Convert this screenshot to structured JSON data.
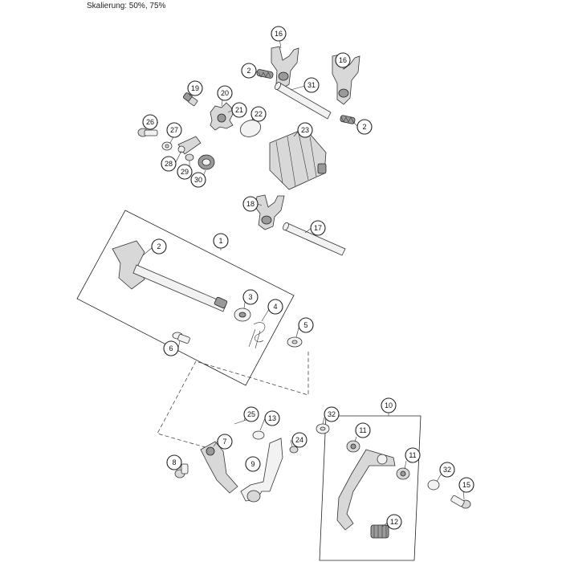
{
  "scale_label": "Skalierung: 50%, 75%",
  "callouts": [
    {
      "id": "c16a",
      "label": "16"
    },
    {
      "id": "c16b",
      "label": "16"
    },
    {
      "id": "c2a",
      "label": "2"
    },
    {
      "id": "c31",
      "label": "31"
    },
    {
      "id": "c2b",
      "label": "2"
    },
    {
      "id": "c19",
      "label": "19"
    },
    {
      "id": "c20",
      "label": "20"
    },
    {
      "id": "c21",
      "label": "21"
    },
    {
      "id": "c22",
      "label": "22"
    },
    {
      "id": "c23",
      "label": "23"
    },
    {
      "id": "c26",
      "label": "26"
    },
    {
      "id": "c27",
      "label": "27"
    },
    {
      "id": "c28",
      "label": "28"
    },
    {
      "id": "c29",
      "label": "29"
    },
    {
      "id": "c30",
      "label": "30"
    },
    {
      "id": "c18",
      "label": "18"
    },
    {
      "id": "c17",
      "label": "17"
    },
    {
      "id": "c1",
      "label": "1"
    },
    {
      "id": "c2c",
      "label": "2"
    },
    {
      "id": "c3",
      "label": "3"
    },
    {
      "id": "c4",
      "label": "4"
    },
    {
      "id": "c5",
      "label": "5"
    },
    {
      "id": "c6",
      "label": "6"
    },
    {
      "id": "c10",
      "label": "10"
    },
    {
      "id": "c25",
      "label": "25"
    },
    {
      "id": "c13",
      "label": "13"
    },
    {
      "id": "c32a",
      "label": "32"
    },
    {
      "id": "c7",
      "label": "7"
    },
    {
      "id": "c24",
      "label": "24"
    },
    {
      "id": "c11a",
      "label": "11"
    },
    {
      "id": "c11b",
      "label": "11"
    },
    {
      "id": "c8",
      "label": "8"
    },
    {
      "id": "c9",
      "label": "9"
    },
    {
      "id": "c32b",
      "label": "32"
    },
    {
      "id": "c15",
      "label": "15"
    },
    {
      "id": "c12",
      "label": "12"
    }
  ]
}
